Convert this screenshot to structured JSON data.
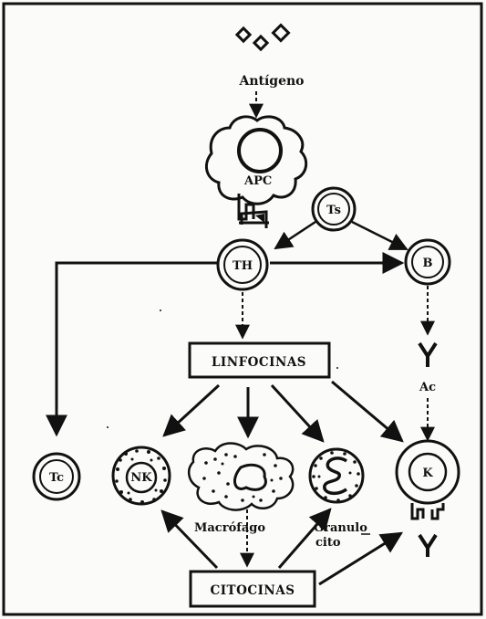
{
  "labels": {
    "antigen": "Antígeno",
    "apc": "APC",
    "ts": "Ts",
    "th": "TH",
    "b": "B",
    "ac": "Ac",
    "tc": "Tc",
    "nk": "NK",
    "k": "K",
    "macrophage": "Macrófago",
    "granulocyte_line1": "Granulo",
    "granulocyte_line2": "cito"
  },
  "boxes": {
    "lymphokines": "LINFOCINAS",
    "cytokines": "CITOCINAS"
  },
  "colors": {
    "ink": "#111111",
    "paper": "#fbfbf9"
  }
}
